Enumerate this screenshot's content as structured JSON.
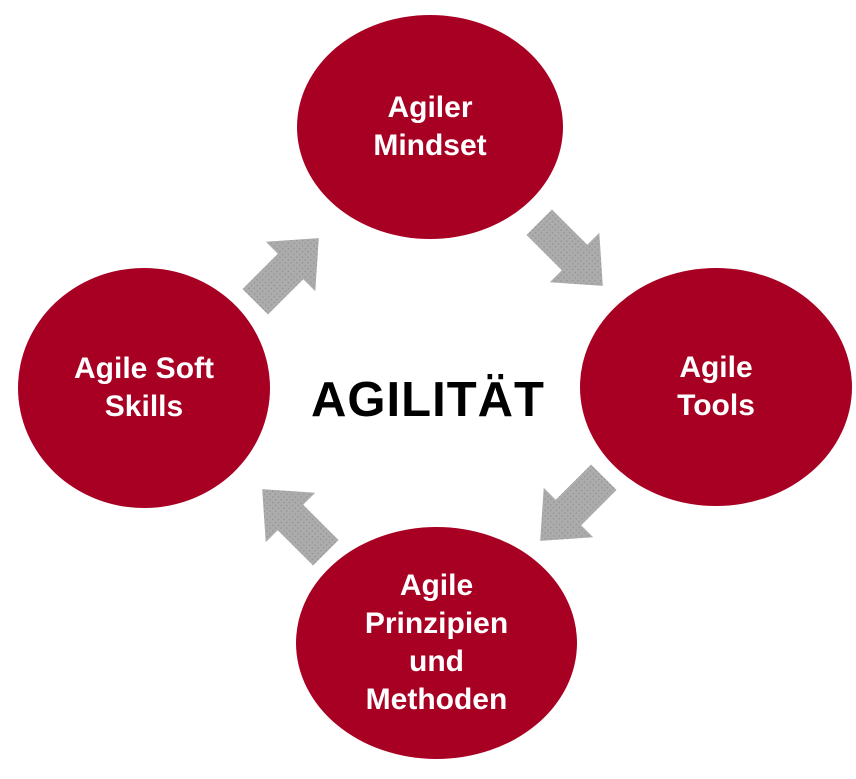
{
  "diagram": {
    "center_title": "AGILITÄT",
    "nodes": [
      {
        "id": "agiler-mindset",
        "position": "top",
        "label": "Agiler Mindset",
        "lines": [
          "Agiler",
          "Mindset"
        ]
      },
      {
        "id": "agile-tools",
        "position": "right",
        "label": "Agile Tools",
        "lines": [
          "Agile",
          "Tools"
        ]
      },
      {
        "id": "agile-prinzipien-und-methoden",
        "position": "bottom",
        "label": "Agile Prinzipien und Methoden",
        "lines": [
          "Agile",
          "Prinzipien",
          "und",
          "Methoden"
        ]
      },
      {
        "id": "agile-soft-skills",
        "position": "left",
        "label": "Agile Soft Skills",
        "lines": [
          "Agile Soft",
          "Skills"
        ]
      }
    ],
    "arrows": [
      {
        "from": "agile-soft-skills",
        "to": "agiler-mindset",
        "direction": "up-right"
      },
      {
        "from": "agiler-mindset",
        "to": "agile-tools",
        "direction": "down-right"
      },
      {
        "from": "agile-tools",
        "to": "agile-prinzipien-und-methoden",
        "direction": "down-left"
      },
      {
        "from": "agile-prinzipien-und-methoden",
        "to": "agile-soft-skills",
        "direction": "up-left"
      }
    ],
    "colors": {
      "background": "#FFFFFF",
      "circle_fill": "#A80023",
      "circle_text": "#FFFFFF",
      "center_text": "#000000",
      "arrow_fill": "#ACACAC",
      "arrow_dot": "#8F8F8F"
    }
  }
}
